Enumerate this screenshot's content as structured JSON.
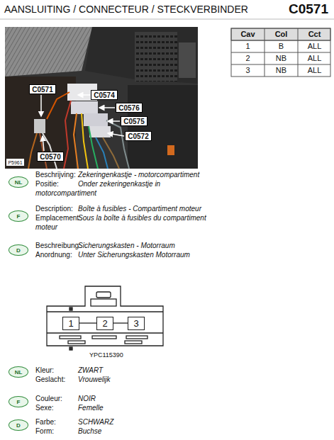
{
  "diagram": {
    "title": "AANSLUITING / CONNECTEUR / STECKVERBINDER",
    "nodes": [
      {
        "text": [
          "C0571"
        ]
      },
      {
        "text": [
          "C0574"
        ]
      },
      {
        "text": [
          "C0576"
        ]
      },
      {
        "text": [
          "C0575"
        ]
      },
      {
        "text": [
          "C0572"
        ]
      },
      {
        "text": [
          "C0570"
        ]
      },
      {
        "text": [
          "P5961"
        ]
      },
      {
        "text": [
          "NL"
        ]
      },
      {
        "text": [
          "F"
        ]
      },
      {
        "text": [
          "D"
        ]
      },
      {
        "text": [
          "1"
        ]
      },
      {
        "text": [
          "2"
        ]
      },
      {
        "text": [
          "3"
        ]
      },
      {
        "text": [
          "NL"
        ]
      },
      {
        "text": [
          "F"
        ]
      },
      {
        "text": [
          "D"
        ]
      }
    ],
    "labels": [
      "C0571",
      "Cav",
      "Col",
      "Cct",
      "1",
      "B",
      "ALL",
      "2",
      "NB",
      "ALL",
      "3",
      "NB",
      "ALL",
      "Beschrijving:",
      "Zekeringenkastje - motorcompartiment",
      "Positie:",
      "Onder zekeringenkastje in motorcompartiment",
      "Description:",
      "Boîte à fusibles - Compartiment moteur",
      "Emplacement:",
      "Sous la boîte à fusibles du compartiment moteur",
      "Beschreibung:",
      "Sicherungskasten - Motorraum",
      "Anordnung:",
      "Unter Sicherungskasten Motorraum",
      "YPC115390",
      "Kleur:",
      "ZWART",
      "Geslacht:",
      "Vrouwelijk",
      "Couleur:",
      "NOIR",
      "Sexe:",
      "Femelle",
      "Farbe:",
      "SCHWARZ",
      "Form:",
      "Buchse"
    ]
  }
}
